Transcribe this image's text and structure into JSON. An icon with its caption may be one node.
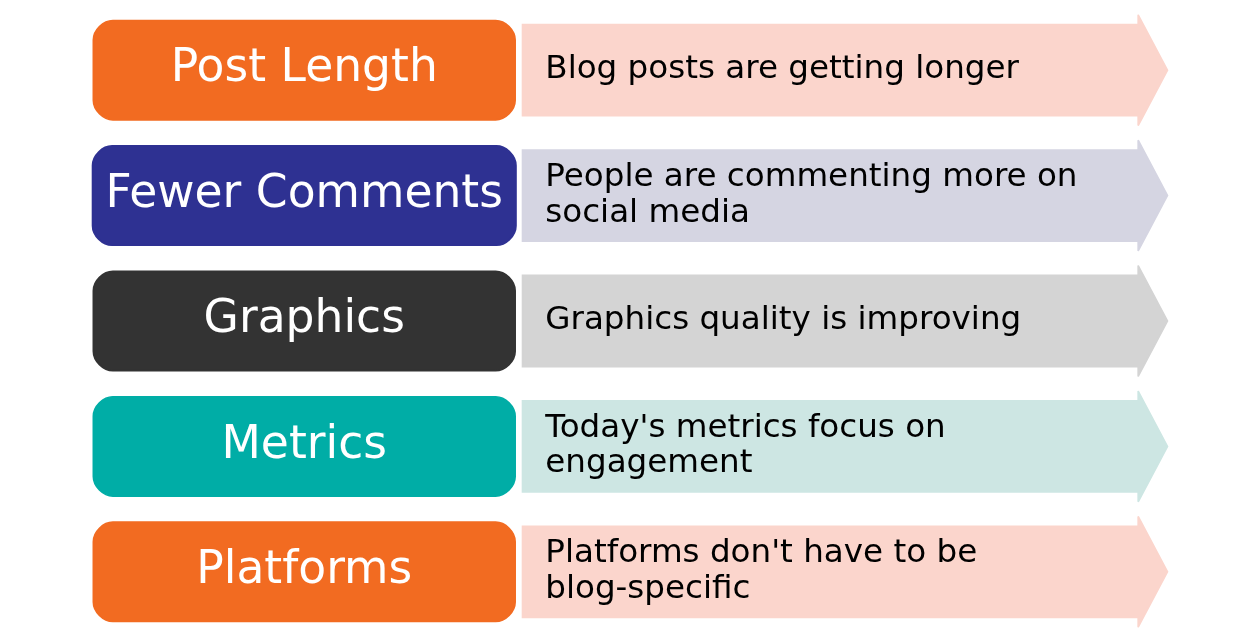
{
  "diagram": {
    "nodes": [
      {
        "text": [
          "Post Length"
        ]
      },
      {
        "text": [
          "Blog posts are getting longer"
        ]
      },
      {
        "text": [
          "Fewer Comments"
        ]
      },
      {
        "text": [
          "People are commenting more on social media"
        ]
      },
      {
        "text": [
          "Graphics"
        ]
      },
      {
        "text": [
          "Graphics quality is improving"
        ]
      },
      {
        "text": [
          "Metrics"
        ]
      },
      {
        "text": [
          "Today's metrics focus on engagement"
        ]
      },
      {
        "text": [
          "Platforms"
        ]
      },
      {
        "text": [
          "Platforms don't have to be blog-specific"
        ]
      }
    ]
  }
}
